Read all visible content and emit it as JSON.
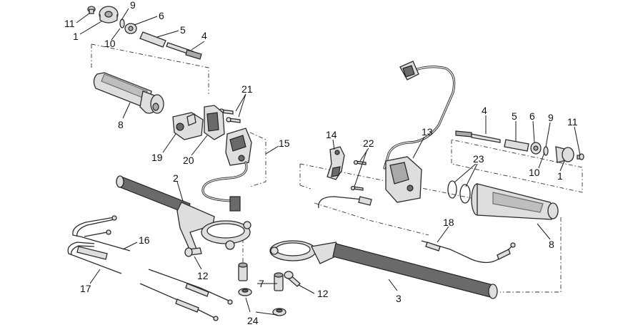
{
  "callouts": {
    "c_11_left": "11",
    "c_9_left": "9",
    "c_6_left": "6",
    "c_1_left": "1",
    "c_10_left": "10",
    "c_5_left": "5",
    "c_4_left": "4",
    "c_21": "21",
    "c_8_left": "8",
    "c_15": "15",
    "c_19": "19",
    "c_20": "20",
    "c_2": "2",
    "c_16": "16",
    "c_12_left": "12",
    "c_17": "17",
    "c_7": "7",
    "c_12_right": "12",
    "c_24": "24",
    "c_3": "3",
    "c_14": "14",
    "c_22": "22",
    "c_13": "13",
    "c_4_right": "4",
    "c_5_right": "5",
    "c_6_right": "6",
    "c_9_right": "9",
    "c_11_right": "11",
    "c_23": "23",
    "c_10_right": "10",
    "c_1_right": "1",
    "c_18": "18",
    "c_8_right": "8"
  }
}
